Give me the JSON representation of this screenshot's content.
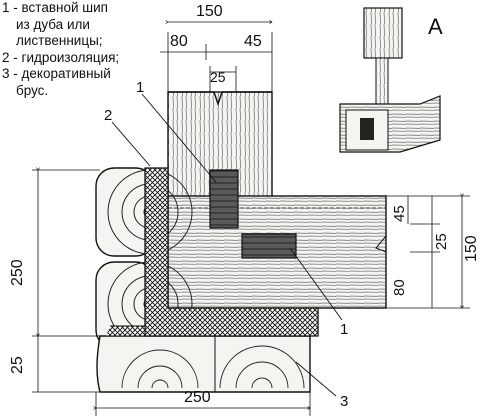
{
  "legend": {
    "items": [
      {
        "num": "1",
        "lines": [
          "вставной шип",
          "из дуба или",
          "лиственницы;"
        ]
      },
      {
        "num": "2",
        "lines": [
          "гидроизоляция;"
        ]
      },
      {
        "num": "3",
        "lines": [
          "декоративный",
          "брус."
        ]
      }
    ]
  },
  "dimensions": {
    "top_total": "150",
    "top_left": "80",
    "top_right": "45",
    "tenon_width": "25",
    "left_height": "250",
    "left_bottom": "25",
    "bottom_width": "250",
    "right_total": "150",
    "right_a": "45",
    "right_b": "25",
    "right_c": "80"
  },
  "callouts": {
    "one": "1",
    "two": "2",
    "three": "3",
    "one_lower": "1"
  },
  "inset": {
    "label": "А"
  }
}
